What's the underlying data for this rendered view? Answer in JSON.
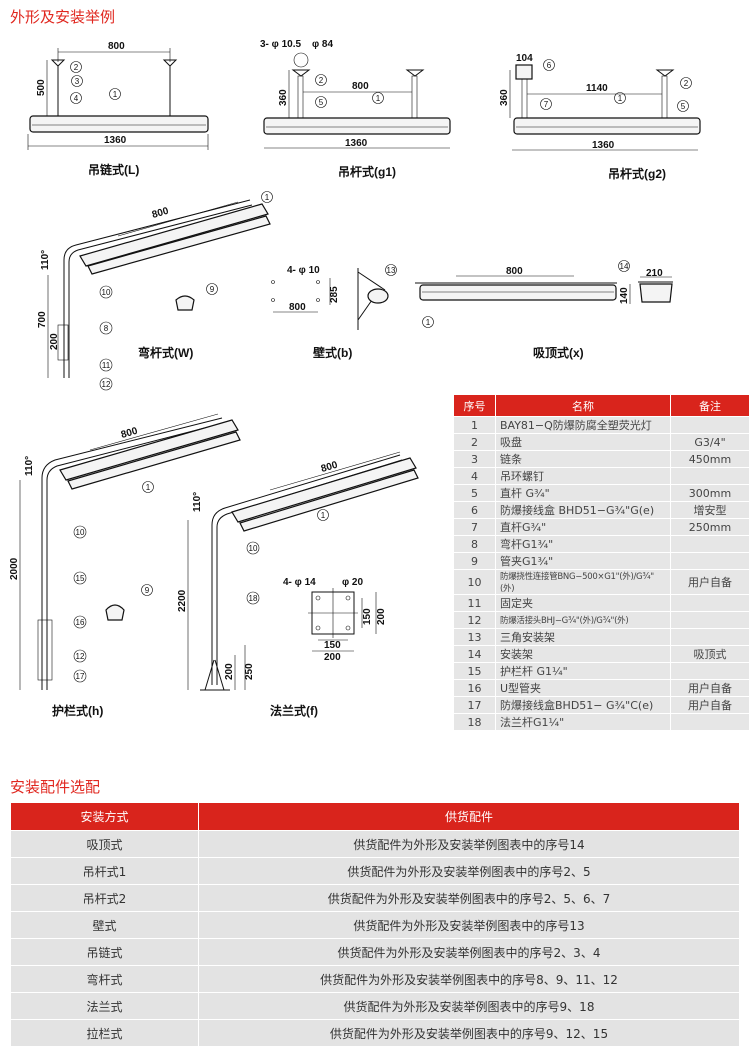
{
  "section1_title": "外形及安装举例",
  "section2_title": "安装配件选配",
  "drawings": {
    "L": {
      "caption": "吊链式(L)",
      "dim_span": "800",
      "dim_height": "500",
      "dim_length": "1360",
      "callouts": [
        "2",
        "3",
        "4",
        "1"
      ]
    },
    "g1": {
      "caption": "吊杆式(g1)",
      "hole_spec": "3- φ 10.5",
      "dia": "φ 84",
      "dim_height": "360",
      "dim_span": "800",
      "dim_length": "1360",
      "callouts": [
        "2",
        "5",
        "1"
      ]
    },
    "g2": {
      "caption": "吊杆式(g2)",
      "box_width": "104",
      "dim_height": "360",
      "dim_span": "1140",
      "dim_length": "1360",
      "callouts": [
        "6",
        "2",
        "7",
        "5",
        "1"
      ]
    },
    "W": {
      "caption": "弯杆式(W)",
      "dim_span": "800",
      "angle": "110°",
      "dim_height": "700",
      "dim_low": "200",
      "callouts": [
        "1",
        "10",
        "8",
        "11",
        "12",
        "9"
      ]
    },
    "b": {
      "caption": "壁式(b)",
      "hole_spec": "4- φ 10",
      "dim_height": "285",
      "dim_span": "800",
      "callouts": [
        "13"
      ]
    },
    "x": {
      "caption": "吸顶式(x)",
      "dim_span": "800",
      "dim_width": "210",
      "dim_height": "140",
      "callouts": [
        "1",
        "14"
      ]
    },
    "h": {
      "caption": "护栏式(h)",
      "dim_span": "800",
      "angle": "110°",
      "dim_height": "2000",
      "callouts": [
        "1",
        "10",
        "15",
        "9",
        "16",
        "12",
        "17"
      ]
    },
    "f": {
      "caption": "法兰式(f)",
      "dim_span": "800",
      "angle": "110°",
      "dim_height": "2200",
      "dim_a": "200",
      "dim_b": "250",
      "hole_spec": "4- φ 14",
      "dia": "φ 20",
      "flange_dims": [
        "150",
        "200",
        "150",
        "200"
      ],
      "callouts": [
        "1",
        "10",
        "18"
      ]
    }
  },
  "parts_table": {
    "headers": [
      "序号",
      "名称",
      "备注"
    ],
    "rows": [
      {
        "no": "1",
        "name": "BAY81−Q防爆防腐全塑荧光灯",
        "note": ""
      },
      {
        "no": "2",
        "name": "吸盘",
        "note": "G3/4\""
      },
      {
        "no": "3",
        "name": "链条",
        "note": "450mm"
      },
      {
        "no": "4",
        "name": "吊环螺钉",
        "note": ""
      },
      {
        "no": "5",
        "name": "直杆 G¾\"",
        "note": "300mm"
      },
      {
        "no": "6",
        "name": "防爆接线盒 BHD51−G¾\"G(e)",
        "note": "增安型"
      },
      {
        "no": "7",
        "name": "直杆G¾\"",
        "note": "250mm"
      },
      {
        "no": "8",
        "name": "弯杆G1¾\"",
        "note": ""
      },
      {
        "no": "9",
        "name": "管夹G1¾\"",
        "note": ""
      },
      {
        "no": "10",
        "name": "防爆挠性连接管BNG−500×G1\"(外)/G¾\"(外)",
        "note": "用户自备"
      },
      {
        "no": "11",
        "name": "固定夹",
        "note": ""
      },
      {
        "no": "12",
        "name": "防爆活接头BHJ−G¾\"(外)/G¾\"(外)",
        "note": ""
      },
      {
        "no": "13",
        "name": "三角安装架",
        "note": ""
      },
      {
        "no": "14",
        "name": "安装架",
        "note": "吸顶式"
      },
      {
        "no": "15",
        "name": "护栏杆 G1¼\"",
        "note": ""
      },
      {
        "no": "16",
        "name": "U型管夹",
        "note": "用户自备"
      },
      {
        "no": "17",
        "name": "防爆接线盒BHD51− G¾\"C(e)",
        "note": "用户自备"
      },
      {
        "no": "18",
        "name": "法兰杆G1¼\"",
        "note": ""
      }
    ]
  },
  "accessory_table": {
    "headers": [
      "安装方式",
      "供货配件"
    ],
    "rows": [
      {
        "mode": "吸顶式",
        "parts": "供货配件为外形及安装举例图表中的序号14"
      },
      {
        "mode": "吊杆式1",
        "parts": "供货配件为外形及安装举例图表中的序号2、5"
      },
      {
        "mode": "吊杆式2",
        "parts": "供货配件为外形及安装举例图表中的序号2、5、6、7"
      },
      {
        "mode": "壁式",
        "parts": "供货配件为外形及安装举例图表中的序号13"
      },
      {
        "mode": "吊链式",
        "parts": "供货配件为外形及安装举例图表中的序号2、3、4"
      },
      {
        "mode": "弯杆式",
        "parts": "供货配件为外形及安装举例图表中的序号8、9、11、12"
      },
      {
        "mode": "法兰式",
        "parts": "供货配件为外形及安装举例图表中的序号9、18"
      },
      {
        "mode": "拉栏式",
        "parts": "供货配件为外形及安装举例图表中的序号9、12、15"
      }
    ]
  }
}
